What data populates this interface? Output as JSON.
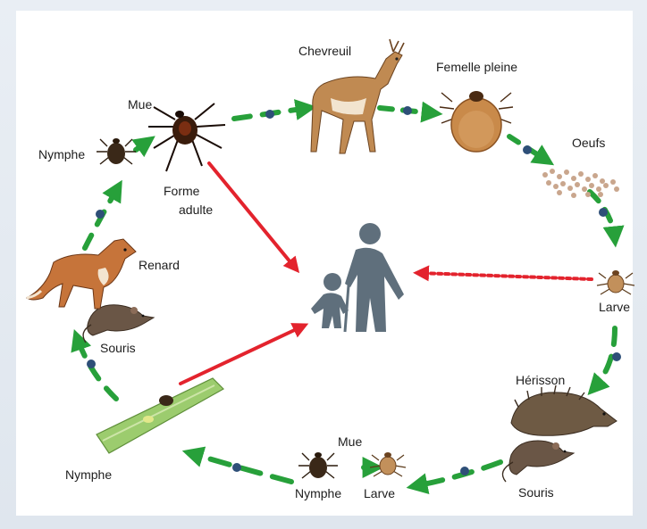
{
  "labels": {
    "chevreuil": "Chevreuil",
    "femelle_pleine": "Femelle pleine",
    "oeufs": "Oeufs",
    "larve_right": "Larve",
    "herisson": "Hérisson",
    "souris_right": "Souris",
    "mue_bottom": "Mue",
    "nymphe_bottom": "Nymphe",
    "larve_bottom": "Larve",
    "nymphe_grass": "Nymphe",
    "souris_left": "Souris",
    "renard": "Renard",
    "nymphe_top": "Nymphe",
    "mue_top": "Mue",
    "forme": "Forme",
    "adulte": "adulte"
  },
  "icons": {
    "humans": "adult-and-child-silhouette-icon",
    "deer": "deer-icon",
    "engorged_tick": "engorged-tick-icon",
    "eggs": "tick-eggs-icon",
    "larva": "tick-larva-icon",
    "hedgehog": "hedgehog-icon",
    "mouse": "mouse-icon",
    "fox": "fox-icon",
    "adult_tick": "adult-tick-icon",
    "nymph": "tick-nymph-icon",
    "grass": "grass-blade-icon"
  },
  "colors": {
    "cycle_arrow": "#27a03a",
    "cycle_dot": "#2e4f78",
    "human_arrow": "#e3232d",
    "human_figure": "#5f6f7c"
  }
}
